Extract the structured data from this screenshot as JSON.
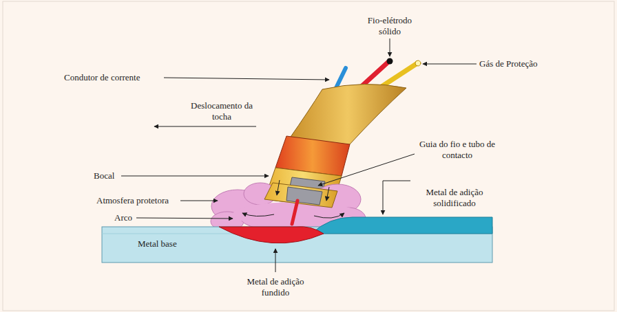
{
  "diagram": {
    "labels": [
      "Fio-elétrodo sólido",
      "Gás de Proteção",
      "Condutor de corrente",
      "Deslocamento da tocha",
      "Guia do fio e tubo de contacto",
      "Bocal",
      "Metal de adição solidificado",
      "Atmosfera protetora",
      "Arco",
      "Metal base",
      "Metal de adição fundido"
    ]
  }
}
